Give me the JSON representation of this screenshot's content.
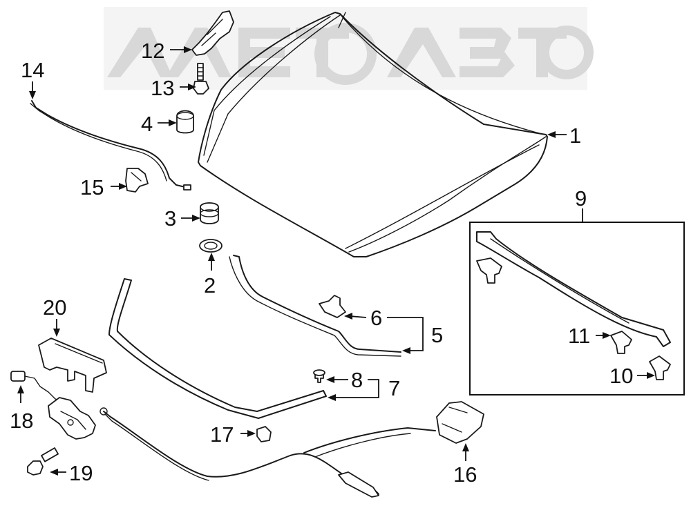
{
  "watermark": {
    "text": "АЛЕТОАВТО",
    "color": "#d2d2d2"
  },
  "callouts": [
    {
      "id": "1",
      "label": "1"
    },
    {
      "id": "2",
      "label": "2"
    },
    {
      "id": "3",
      "label": "3"
    },
    {
      "id": "4",
      "label": "4"
    },
    {
      "id": "5",
      "label": "5"
    },
    {
      "id": "6",
      "label": "6"
    },
    {
      "id": "7",
      "label": "7"
    },
    {
      "id": "8",
      "label": "8"
    },
    {
      "id": "9",
      "label": "9"
    },
    {
      "id": "10",
      "label": "10"
    },
    {
      "id": "11",
      "label": "11"
    },
    {
      "id": "12",
      "label": "12"
    },
    {
      "id": "13",
      "label": "13"
    },
    {
      "id": "14",
      "label": "14"
    },
    {
      "id": "15",
      "label": "15"
    },
    {
      "id": "16",
      "label": "16"
    },
    {
      "id": "17",
      "label": "17"
    },
    {
      "id": "18",
      "label": "18"
    },
    {
      "id": "19",
      "label": "19"
    },
    {
      "id": "20",
      "label": "20"
    }
  ]
}
